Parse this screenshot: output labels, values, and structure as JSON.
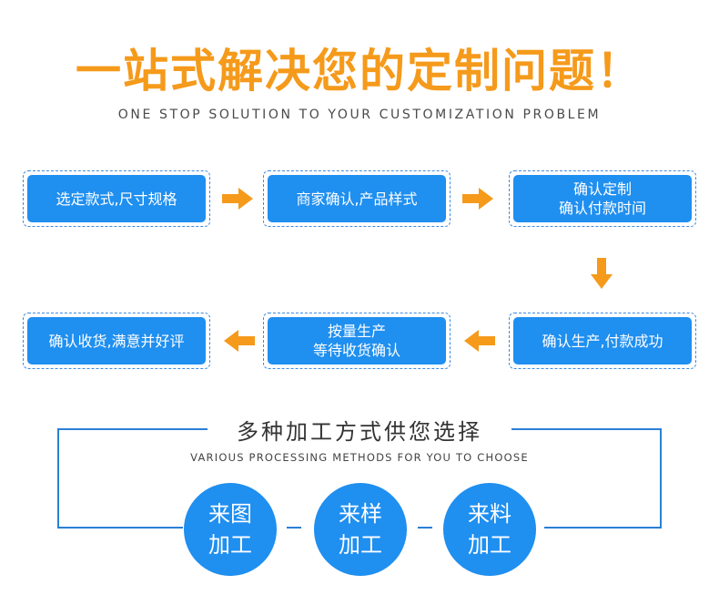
{
  "header": {
    "title": "一站式解决您的定制问题！",
    "subtitle": "ONE STOP SOLUTION TO YOUR CUSTOMIZATION PROBLEM"
  },
  "process": {
    "steps": [
      {
        "line1": "选定款式,尺寸规格",
        "line2": ""
      },
      {
        "line1": "商家确认,产品样式",
        "line2": ""
      },
      {
        "line1": "确认定制",
        "line2": "确认付款时间"
      },
      {
        "line1": "确认生产,付款成功",
        "line2": ""
      },
      {
        "line1": "按量生产",
        "line2": "等待收货确认"
      },
      {
        "line1": "确认收货,满意并好评",
        "line2": ""
      }
    ]
  },
  "methods": {
    "title": "多种加工方式供您选择",
    "subtitle": "VARIOUS PROCESSING METHODS FOR YOU TO CHOOSE",
    "items": [
      {
        "line1": "来图",
        "line2": "加工"
      },
      {
        "line1": "来样",
        "line2": "加工"
      },
      {
        "line1": "来料",
        "line2": "加工"
      }
    ]
  },
  "colors": {
    "accent_orange": "#f59a1b",
    "primary_blue": "#1f8ff0"
  },
  "icons": [
    "arrow-right-icon",
    "arrow-down-icon",
    "arrow-left-icon"
  ]
}
